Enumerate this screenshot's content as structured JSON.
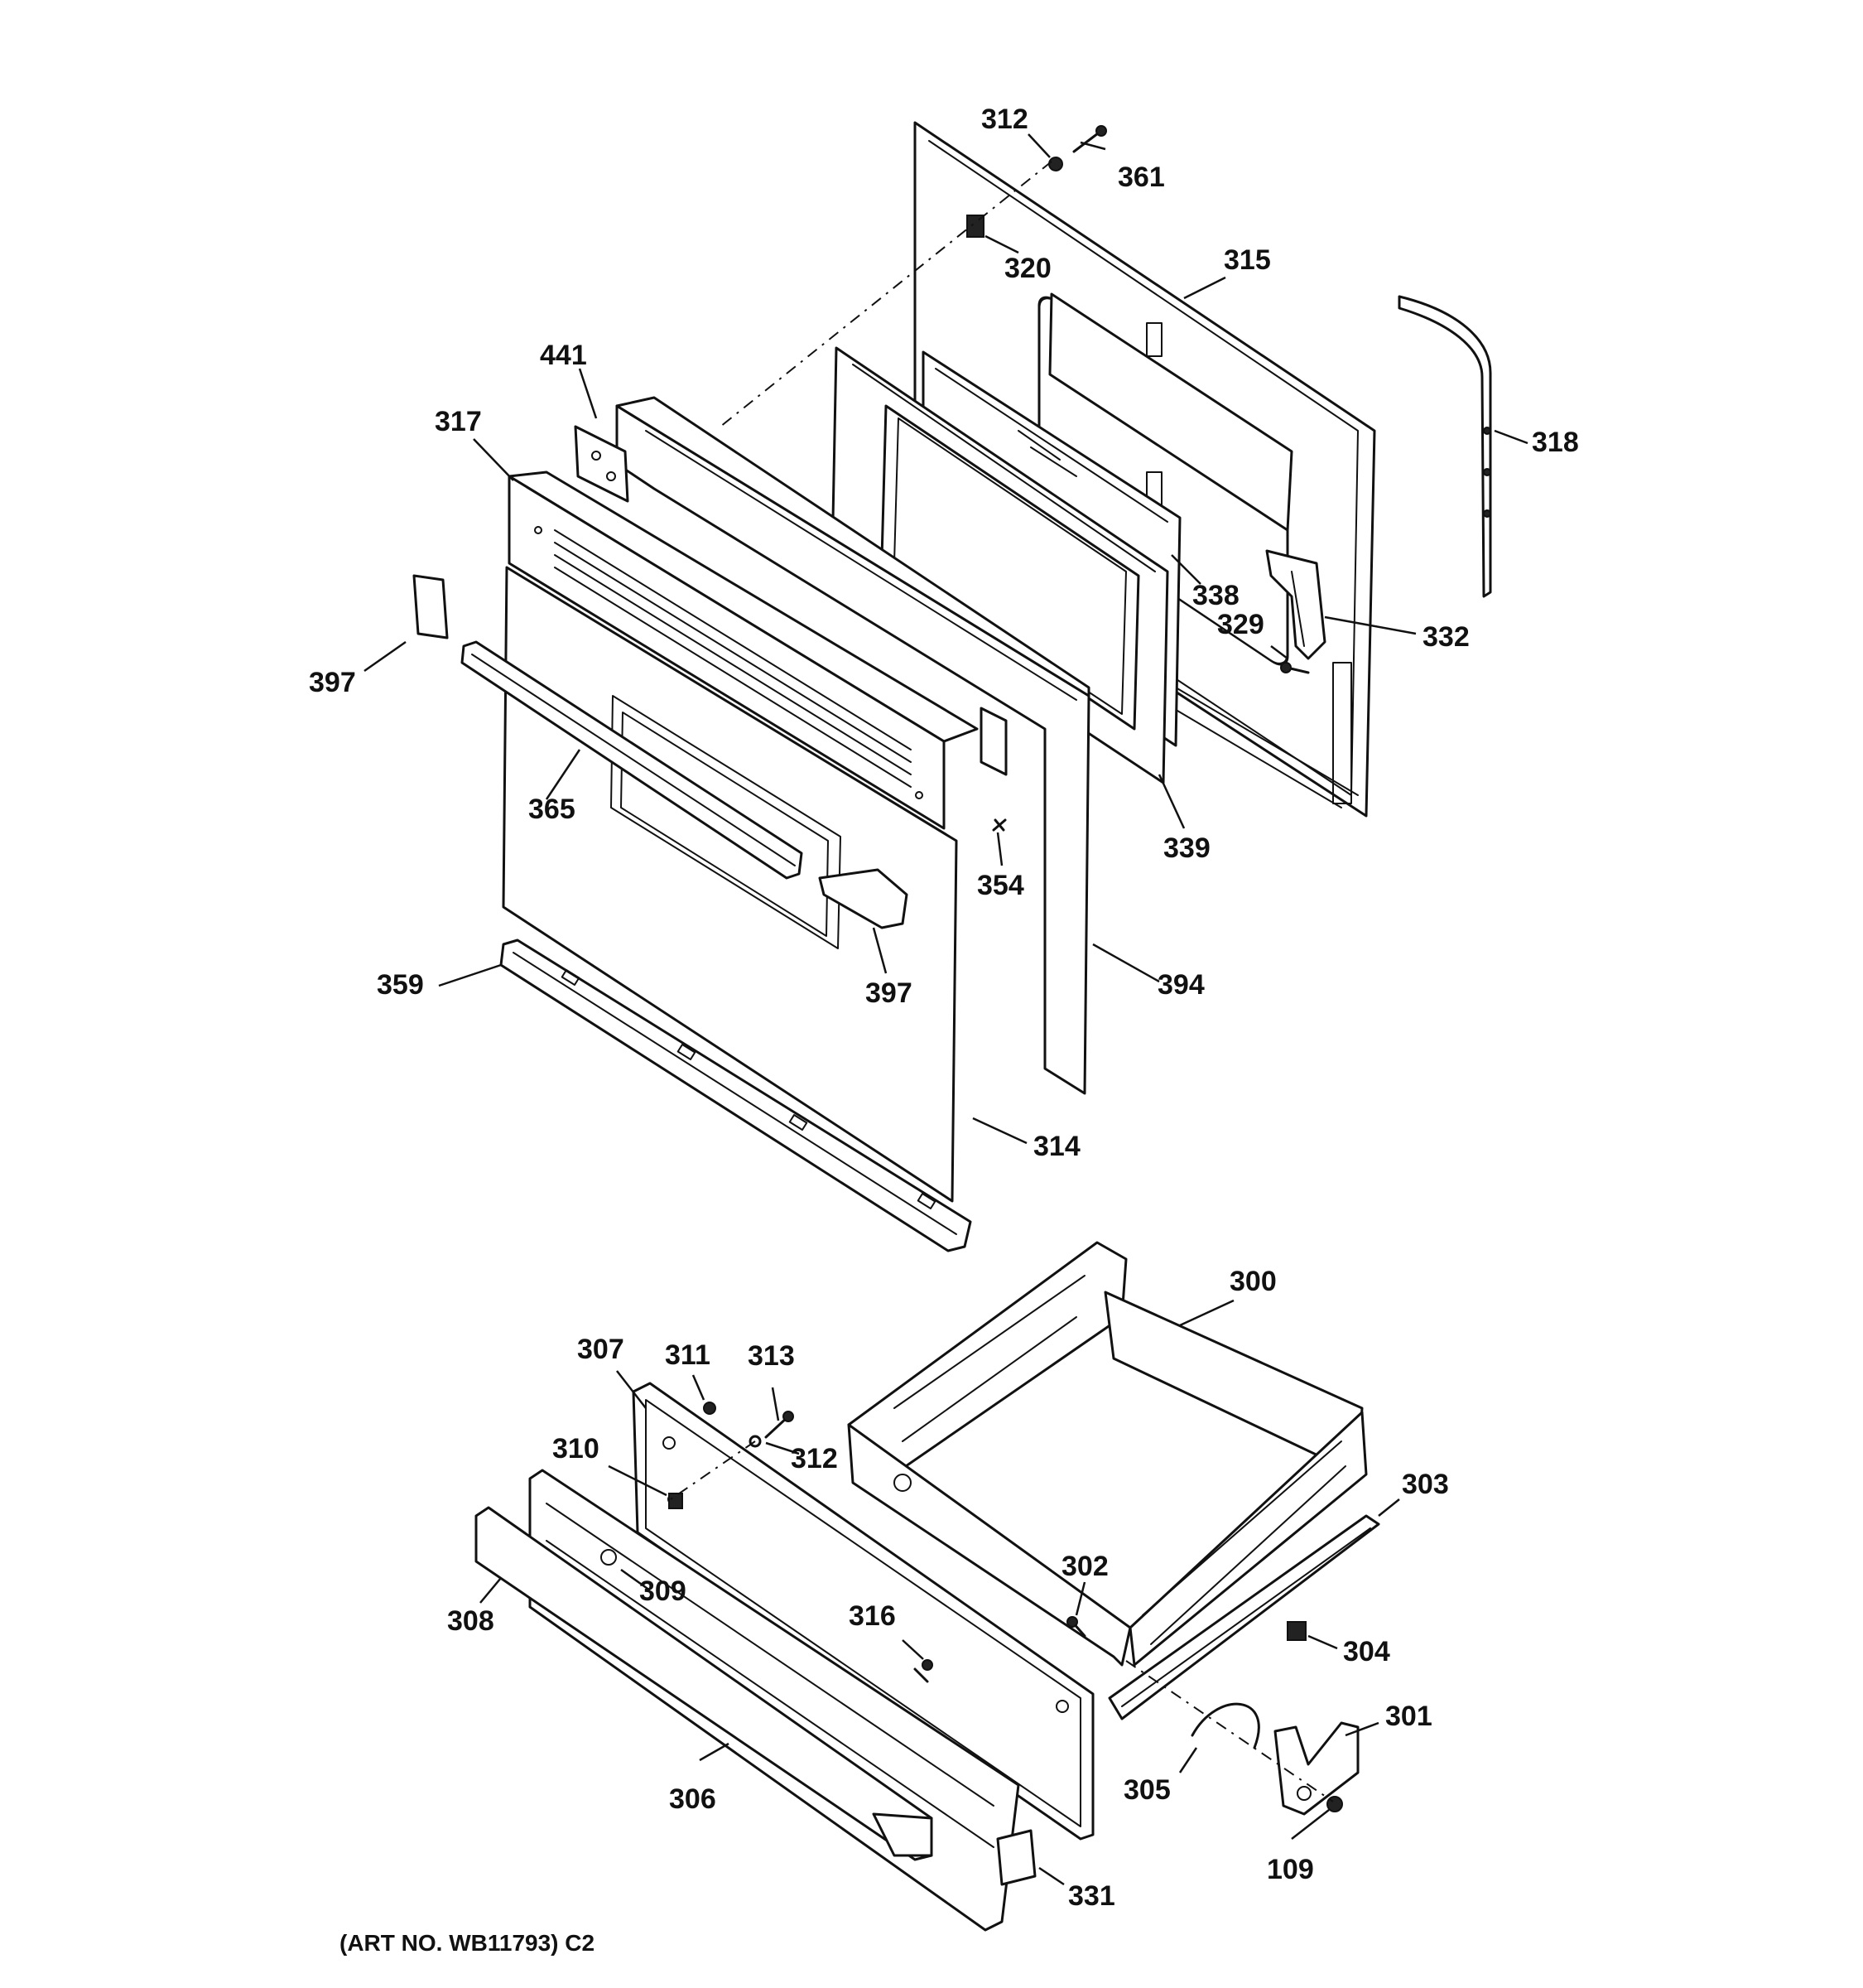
{
  "callouts": {
    "c312_top": "312",
    "c361": "361",
    "c320": "320",
    "c315": "315",
    "c441": "441",
    "c317": "317",
    "c318": "318",
    "c338": "338",
    "c329": "329",
    "c332": "332",
    "c397_left": "397",
    "c365": "365",
    "c339": "339",
    "c354": "354",
    "c397_handle": "397",
    "c359": "359",
    "c394": "394",
    "c314": "314",
    "c300": "300",
    "c307": "307",
    "c311": "311",
    "c313": "313",
    "c312_bottom": "312",
    "c310": "310",
    "c303": "303",
    "c309": "309",
    "c302": "302",
    "c308": "308",
    "c316": "316",
    "c304": "304",
    "c301": "301",
    "c306": "306",
    "c305": "305",
    "c109": "109",
    "c331": "331"
  },
  "caption": "(ART NO. WB11793) C2"
}
